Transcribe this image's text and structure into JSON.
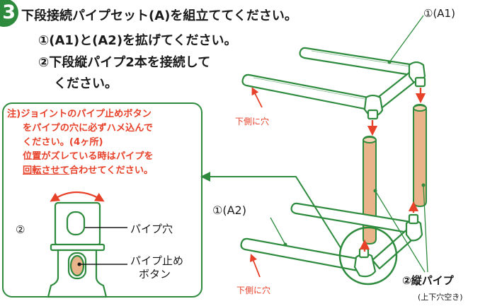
{
  "step": {
    "badge": "3",
    "title_line1": "下段接続パイプセット(A)を組立ててください。",
    "title_line2": "①(A1)と(A2)を拡げてください。",
    "title_line3": "②下段縦パイプ2本を接続して",
    "title_line4": "ください。"
  },
  "labels": {
    "a1": "①(A1)",
    "a2": "①(A2)",
    "hole_top": "下側に穴",
    "hole_bottom": "下側に穴",
    "vertical_pipe": "②縦パイプ",
    "vertical_pipe_sub": "(上下穴空き)"
  },
  "note": {
    "line1": "注)ジョイントのパイプ止めボタン",
    "line2": "をパイプの穴に必ずハメ込んで",
    "line3": "ください。(4ヶ所)",
    "line4": "位置がズレている時はパイプを",
    "line5a": "回転させて",
    "line5b": "合わせてください。",
    "num": "②",
    "pipe_hole": "パイプ穴",
    "stopper_line1": "パイプ止め",
    "stopper_line2": "ボタン"
  },
  "colors": {
    "green": "#2e8b3e",
    "red": "#e8412a",
    "wood": "#e9b489",
    "pipe_white": "#ffffff"
  }
}
